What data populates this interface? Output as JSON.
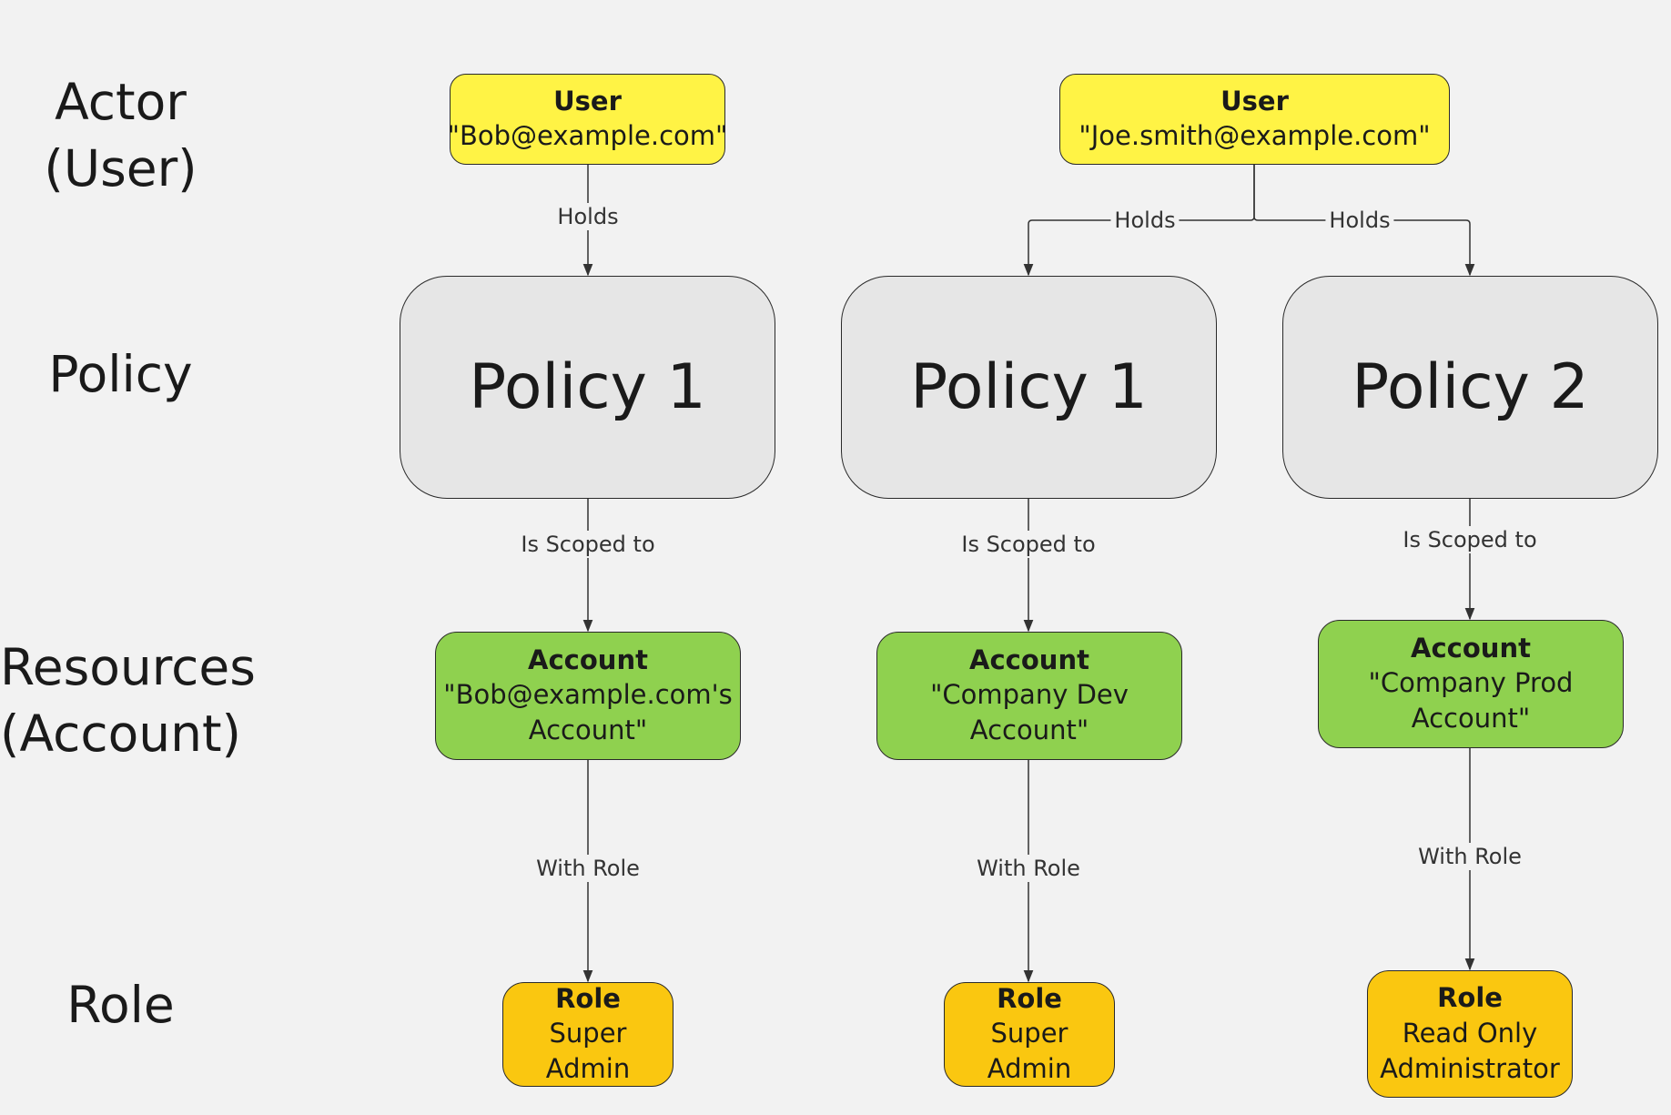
{
  "row_labels": {
    "actor": "Actor",
    "actor_sub": "(User)",
    "policy": "Policy",
    "resources": "Resources",
    "resources_sub": "(Account)",
    "role": "Role"
  },
  "users": [
    {
      "title": "User",
      "value": "\"Bob@example.com\""
    },
    {
      "title": "User",
      "value": "\"Joe.smith@example.com\""
    }
  ],
  "policies": [
    {
      "label": "Policy 1"
    },
    {
      "label": "Policy 1"
    },
    {
      "label": "Policy 2"
    }
  ],
  "accounts": [
    {
      "title": "Account",
      "line1": "\"Bob@example.com's",
      "line2": "Account\""
    },
    {
      "title": "Account",
      "line1": "\"Company Dev",
      "line2": "Account\""
    },
    {
      "title": "Account",
      "line1": "\"Company Prod",
      "line2": "Account\""
    }
  ],
  "roles": [
    {
      "title": "Role",
      "line1": "Super Admin",
      "line2": ""
    },
    {
      "title": "Role",
      "line1": "Super Admin",
      "line2": ""
    },
    {
      "title": "Role",
      "line1": "Read Only",
      "line2": "Administrator"
    }
  ],
  "edges": {
    "holds": "Holds",
    "scoped": "Is Scoped to",
    "with_role": "With Role"
  },
  "colors": {
    "user": "#fff345",
    "policy": "#e6e6e6",
    "account": "#8fd14f",
    "role": "#fac710",
    "background": "#f2f2f2"
  }
}
